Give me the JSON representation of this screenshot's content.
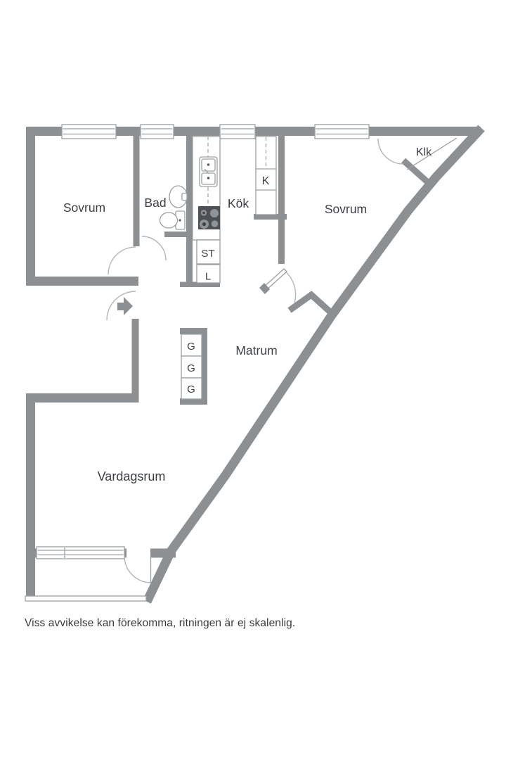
{
  "colors": {
    "wall": "#8c9092",
    "thin": "#9aa0a2",
    "arc": "#b2b6b8",
    "text": "#3d4145",
    "stove": "#4d5156",
    "burner": "#8f9497",
    "burner_core": "#3e4245",
    "note": "#3a3a3a"
  },
  "rooms": [
    {
      "label": "Sovrum"
    },
    {
      "label": "Bad"
    },
    {
      "label": "Kök"
    },
    {
      "label": "Sovrum"
    },
    {
      "label": "Klk"
    },
    {
      "label": "Matrum"
    },
    {
      "label": "Vardagsrum"
    }
  ],
  "storage": {
    "fridge": "K",
    "utility": "ST",
    "linen": "L",
    "wardrobes": [
      "G",
      "G",
      "G"
    ]
  },
  "note": "Viss avvikelse kan förekomma, ritningen är ej skalenlig."
}
